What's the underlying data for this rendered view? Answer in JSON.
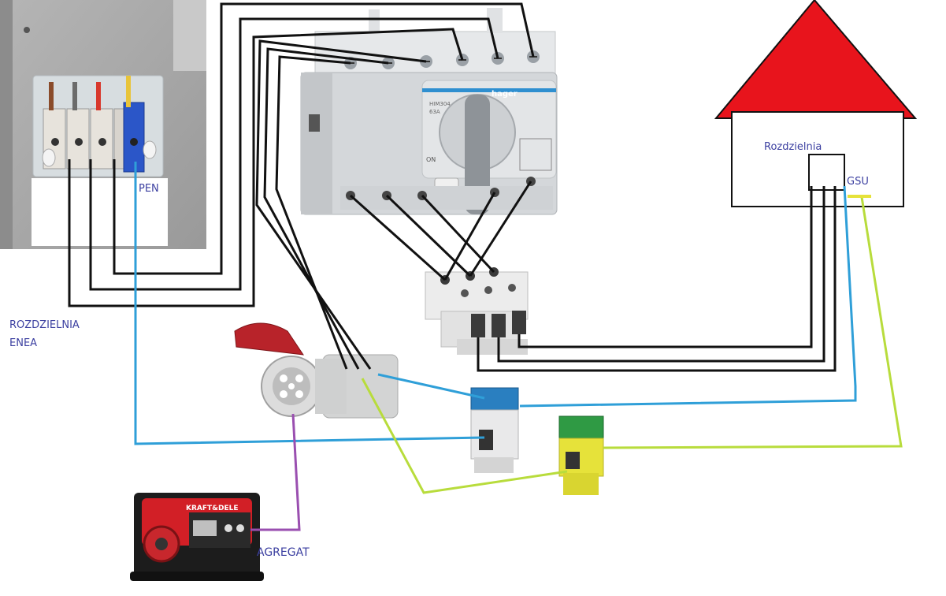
{
  "labels": {
    "pen": "PEN",
    "enea_line1": "ROZDZIELNIA",
    "enea_line2": "ENEA",
    "house_board": "Rozdzielnia",
    "gsu": "GSU",
    "generator": "AGREGAT"
  },
  "device_text": {
    "switch_brand": "hager",
    "switch_model_line1": "HIM304",
    "switch_model_line2": "63A",
    "switch_pos_on": "ON",
    "generator_brand": "KRAFT&DELE"
  },
  "colors": {
    "phase_wire": "#111111",
    "neutral_wire": "#2f9fd8",
    "earth_wire": "#b8dc3c",
    "generator_wire": "#9a4fb0",
    "roof": "#e8141c",
    "label_text": "#3b3fa0"
  }
}
